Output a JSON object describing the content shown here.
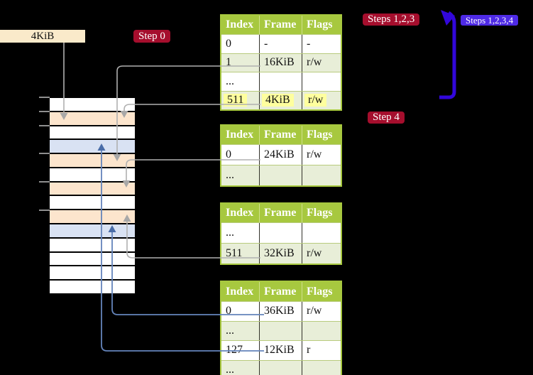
{
  "frame_label": "4KiB",
  "badges": {
    "step0": {
      "label": "Step 0",
      "bg": "#a50e2d"
    },
    "steps123": {
      "label": "Steps 1,2,3",
      "bg": "#a50e2d"
    },
    "steps1234": {
      "label": "Steps 1,2,3,4",
      "bg": "#4e2ae6"
    },
    "step4": {
      "label": "Step 4",
      "bg": "#a50e2d"
    }
  },
  "memory_map": {
    "rows": [
      "free",
      "frame",
      "free",
      "target",
      "frame",
      "free",
      "frame",
      "free",
      "frame",
      "target",
      "free",
      "free",
      "free",
      "free"
    ],
    "colors": {
      "free": "#ffffff",
      "frame": "#fce5cd",
      "target": "#d9e2f3"
    }
  },
  "page_tables": [
    {
      "name": "page-table-1",
      "headers": [
        "Index",
        "Frame",
        "Flags"
      ],
      "rows": [
        {
          "cells": [
            "0",
            "-",
            "-"
          ]
        },
        {
          "cells": [
            "1",
            "16KiB",
            "r/w"
          ]
        },
        {
          "cells": [
            "...",
            "",
            ""
          ]
        },
        {
          "cells": [
            "511",
            "4KiB",
            "r/w"
          ],
          "highlight": true
        }
      ]
    },
    {
      "name": "page-table-2",
      "headers": [
        "Index",
        "Frame",
        "Flags"
      ],
      "rows": [
        {
          "cells": [
            "0",
            "24KiB",
            "r/w"
          ]
        },
        {
          "cells": [
            "...",
            "",
            ""
          ]
        }
      ]
    },
    {
      "name": "page-table-3",
      "headers": [
        "Index",
        "Frame",
        "Flags"
      ],
      "rows": [
        {
          "cells": [
            "...",
            "",
            ""
          ]
        },
        {
          "cells": [
            "511",
            "32KiB",
            "r/w"
          ]
        }
      ]
    },
    {
      "name": "page-table-4",
      "headers": [
        "Index",
        "Frame",
        "Flags"
      ],
      "rows": [
        {
          "cells": [
            "0",
            "36KiB",
            "r/w"
          ]
        },
        {
          "cells": [
            "...",
            "",
            ""
          ]
        },
        {
          "cells": [
            "127",
            "12KiB",
            "r"
          ]
        },
        {
          "cells": [
            "...",
            "",
            ""
          ]
        }
      ]
    }
  ],
  "theme": {
    "table_header_bg": "#a7c83f",
    "table_alt_row_bg": "#e8eed8",
    "highlight_bg": "#feff9e",
    "gray_arrow": "#b0b0b0",
    "blue_arrow": "#6484bb",
    "big_arrow": "#3207db"
  }
}
